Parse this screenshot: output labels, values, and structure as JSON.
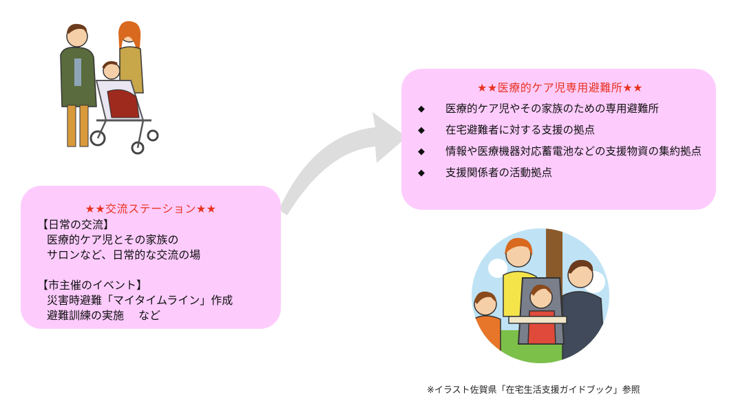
{
  "station": {
    "title": "★★交流ステーション★★",
    "daily_heading": "【日常の交流】",
    "daily_line1": "医療的ケア児とその家族の",
    "daily_line2": "サロンなど、日常的な交流の場",
    "event_heading": "【市主催のイベント】",
    "event_line1": "災害時避難「マイタイムライン」作成",
    "event_line2": "避難訓練の実施　 など"
  },
  "shelter": {
    "title": "★★医療的ケア児専用避難所★★",
    "items": [
      "医療的ケア児やその家族のための専用避難所",
      "在宅避難者に対する支援の拠点",
      "情報や医療機器対応蓄電池などの支援物資の集約拠点",
      "支援関係者の活動拠点"
    ],
    "bullet": "◆"
  },
  "credit": "※イラスト佐賀県「在宅生活支援ガイドブック」参照",
  "colors": {
    "box_fill": "#fdccfd",
    "title_red": "#e8321e",
    "arrow_gray": "#d9d9d9"
  }
}
